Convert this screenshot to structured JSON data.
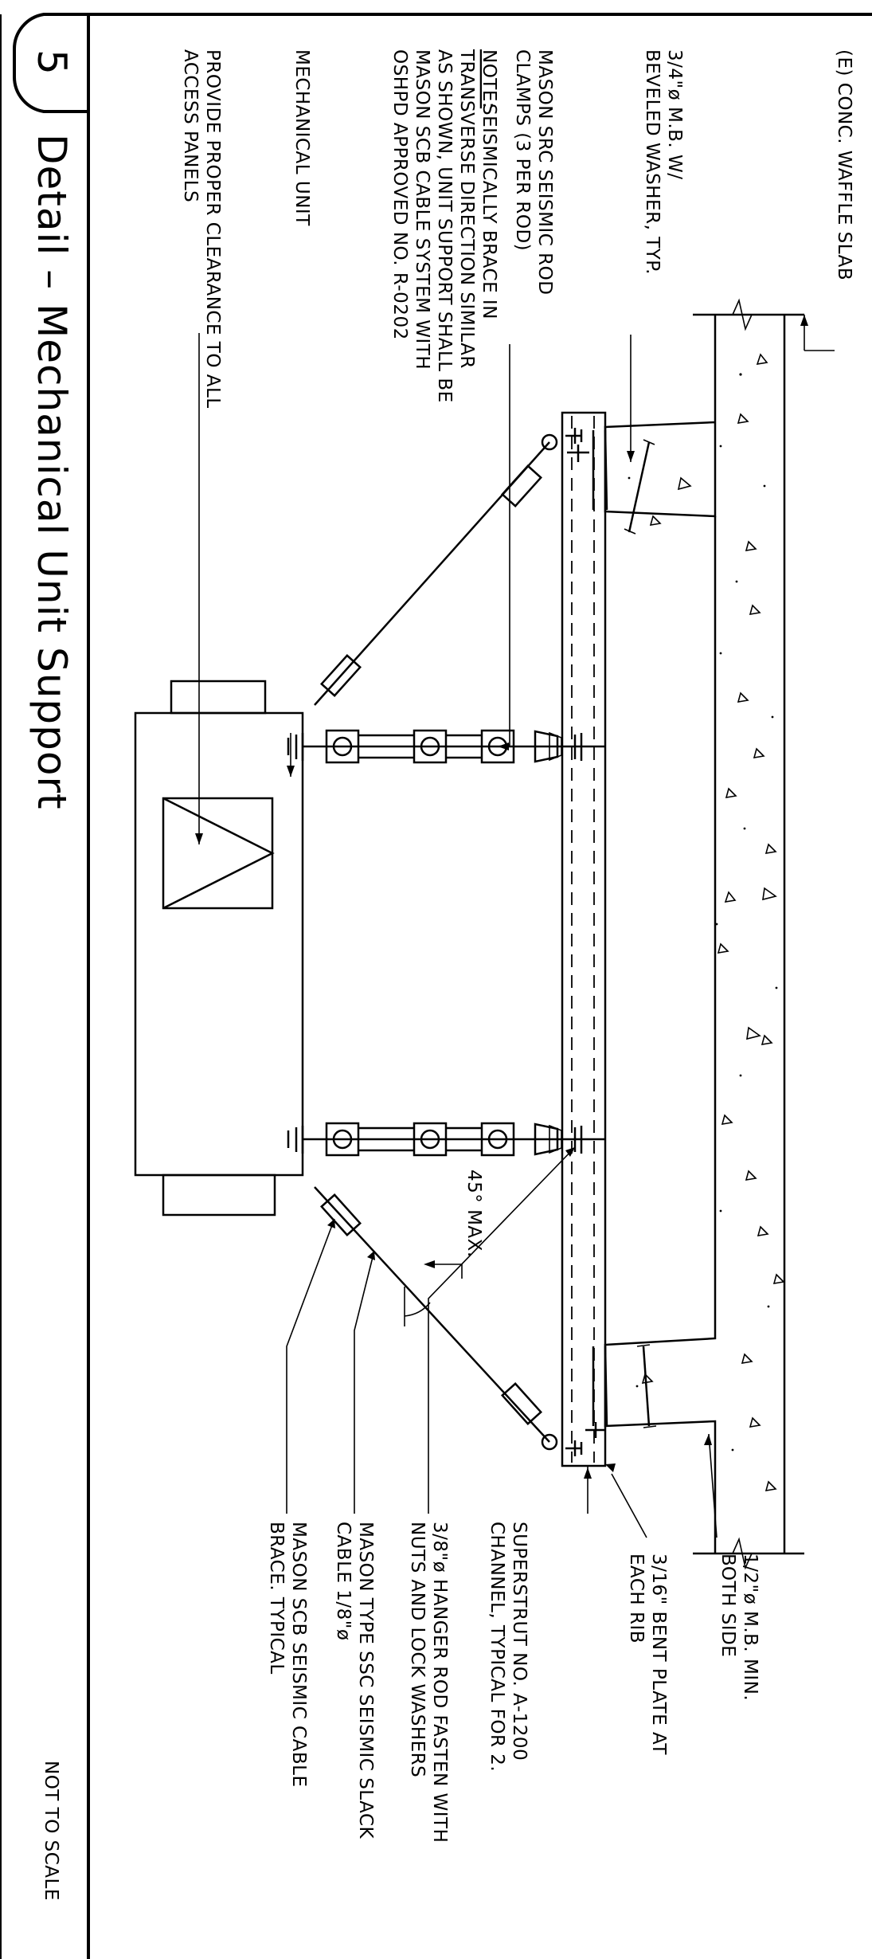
{
  "detail": {
    "number": "5",
    "title": "Detail  –  Mechanical Unit Support",
    "scale_note": "NOT TO SCALE"
  },
  "callouts": {
    "conc_waffle_slab": "(E) CONC. WAFFLE SLAB",
    "mb_line1": "3/4\"ø M.B. W/",
    "mb_line2": "BEVELED WASHER, TYP.",
    "clamps_line1": "MASON SRC SEISMIC ROD",
    "clamps_line2": "CLAMPS (3 PER ROD)",
    "note_label": "NOTE:",
    "note_line1": " SEISMICALLY BRACE IN",
    "note_line2": "TRANSVERSE DIRECTION SIMILAR",
    "note_line3": "AS SHOWN, UNIT SUPPORT SHALL BE",
    "note_line4": "MASON SCB CABLE SYSTEM WITH",
    "note_line5": "OSHPD APPROVED NO. R-0202",
    "mechanical_unit": "MECHANICAL UNIT",
    "clearance_line1": "PROVIDE PROPER CLEARANCE TO ALL",
    "clearance_line2": "ACCESS PANELS",
    "angle": "45° MAX.",
    "half_mb_line1": "1/2\"ø M.B. MIN.",
    "half_mb_line2": "BOTH SIDE",
    "bent_plate_line1": "3/16\" BENT PLATE AT",
    "bent_plate_line2": "EACH RIB",
    "superstrut_line1": "SUPERSTRUT NO. A-1200",
    "superstrut_line2": "CHANNEL, TYPICAL FOR 2.",
    "hanger_line1": "3/8\"ø HANGER ROD FASTEN WITH",
    "hanger_line2": "NUTS AND LOCK WASHERS",
    "ssc_line1": "MASON TYPE SSC SEISMIC SLACK",
    "ssc_line2": "CABLE 1/8\"ø",
    "scb_line1": "MASON SCB SEISMIC CABLE",
    "scb_line2": "BRACE. TYPICAL"
  }
}
